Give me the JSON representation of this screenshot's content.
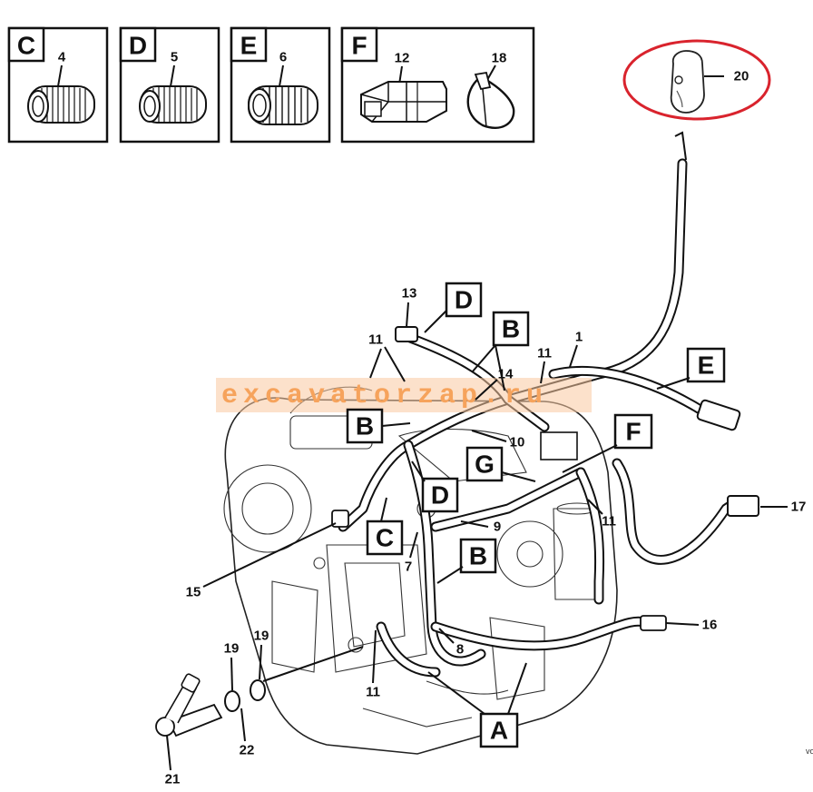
{
  "insets": [
    {
      "letter": "C",
      "part": "4"
    },
    {
      "letter": "D",
      "part": "5"
    },
    {
      "letter": "E",
      "part": "6"
    },
    {
      "letter": "F",
      "part": "12",
      "part2": "18"
    }
  ],
  "highlight": {
    "part": "20",
    "color": "#d9232d"
  },
  "watermark": {
    "text": "excavatorzap.ru",
    "color": "#f39c4a"
  },
  "callout_letters": [
    "D",
    "B",
    "E",
    "B",
    "F",
    "G",
    "D",
    "C",
    "B",
    "A"
  ],
  "part_numbers": [
    "13",
    "11",
    "11",
    "1",
    "14",
    "10",
    "9",
    "17",
    "11",
    "7",
    "15",
    "16",
    "8",
    "19",
    "19",
    "11",
    "22",
    "21"
  ],
  "corner_code": "vo"
}
